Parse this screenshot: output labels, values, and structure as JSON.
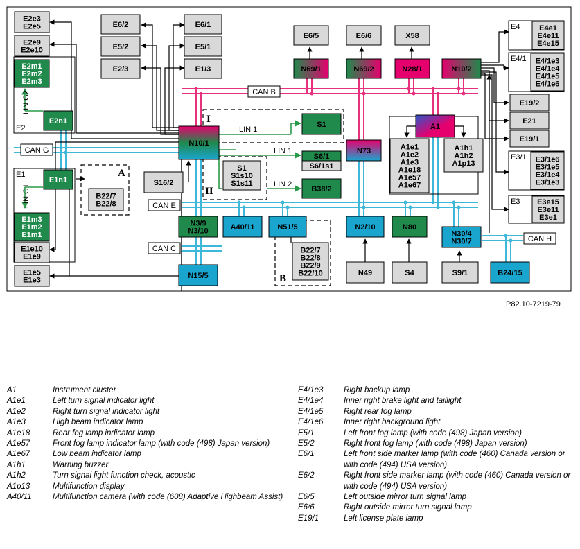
{
  "diagram": {
    "nodes": {
      "E2e3": "E2e3\nE2e5",
      "E2e9": "E2e9\nE2e10",
      "E2m1": "E2m1\nE2m2\nE2m3",
      "E2n1": "E2n1",
      "E1n1": "E1n1",
      "E1m3": "E1m3\nE1m2\nE1m1",
      "E1e10": "E1e10\nE1e9",
      "E1e5": "E1e5\nE1e3",
      "E6_2": "E6/2",
      "E5_2": "E5/2",
      "E2_3": "E2/3",
      "E6_1": "E6/1",
      "E5_1": "E5/1",
      "E1_3": "E1/3",
      "E6_5": "E6/5",
      "E6_6": "E6/6",
      "X58": "X58",
      "N69_1": "N69/1",
      "N69_2": "N69/2",
      "N28_1": "N28/1",
      "N10_2": "N10/2",
      "N10_1": "N10/1",
      "S1": "S1",
      "S6_1": "S6/1",
      "S6_1s1": "S6/1s1",
      "S1s": "S1\nS1s10\nS1s11",
      "B38_2": "B38/2",
      "S16_2": "S16/2",
      "N73": "N73",
      "A1": "A1",
      "A1e": "A1e1\nA1e2\nA1e3\nA1e18\nA1e57\nA1e67",
      "A1h": "A1h1\nA1h2\nA1p13",
      "B22_7A": "B22/7\nB22/8",
      "N3_9": "N3/9\nN3/10",
      "A40_11": "A40/11",
      "N51_5": "N51/5",
      "B22_7B": "B22/7\nB22/8\nB22/9\nB22/10",
      "N15_5": "N15/5",
      "N2_10": "N2/10",
      "N80": "N80",
      "N49": "N49",
      "S4": "S4",
      "S9_1": "S9/1",
      "N30_4": "N30/4\nN30/7",
      "B24_15": "B24/15",
      "E4_codes": "E4e1\nE4e11\nE4e15",
      "E4_1_codes": "E4/1e3\nE4/1e4\nE4/1e5\nE4/1e6",
      "E19_2": "E19/2",
      "E21": "E21",
      "E19_1": "E19/1",
      "E3_1_codes": "E3/1e6\nE3/1e5\nE3/1e4\nE3/1e3",
      "E3_codes": "E3e15\nE3e11\nE3e1"
    },
    "group_labels": {
      "E2": "E2",
      "E1": "E1",
      "E4": "E4",
      "E4_1": "E4/1",
      "E3_1": "E3/1",
      "E3": "E3",
      "A": "A",
      "B": "B",
      "I": "I",
      "II": "II"
    },
    "bus_labels": {
      "can_b": "CAN B",
      "can_g": "CAN G",
      "can_e": "CAN E",
      "can_c": "CAN C",
      "can_h": "CAN H",
      "lin1_s1": "LIN 1",
      "lin1_s6": "LIN 1",
      "lin2": "LIN 2",
      "lin_g2": "LIN G2",
      "lin_g1": "LIN G1"
    },
    "colors": {
      "gray_box": "#d9d9d9",
      "green": "#1f8a4c",
      "cyan": "#1aa5cf",
      "magenta": "#e6006e",
      "can_line": "#3fb7d8",
      "can_b_line": "#e8317c",
      "lin_line": "#2a9a4a"
    }
  },
  "reference": "P82.10-7219-79",
  "legend_left": [
    {
      "code": "A1",
      "desc": "Instrument cluster"
    },
    {
      "code": "A1e1",
      "desc": "Left turn signal indicator light"
    },
    {
      "code": "A1e2",
      "desc": "Right turn signal indicator light"
    },
    {
      "code": "A1e3",
      "desc": "High beam indicator lamp"
    },
    {
      "code": "A1e18",
      "desc": "Rear fog lamp indicator lamp"
    },
    {
      "code": "A1e57",
      "desc": "Front fog lamp indicator lamp (with code (498) Japan version)"
    },
    {
      "code": "A1e67",
      "desc": "Low beam indicator lamp"
    },
    {
      "code": "A1h1",
      "desc": "Warning buzzer"
    },
    {
      "code": "A1h2",
      "desc": "Turn signal light function check, acoustic"
    },
    {
      "code": "A1p13",
      "desc": "Multifunction display"
    },
    {
      "code": "A40/11",
      "desc": "Multifunction camera (with code (608) Adaptive Highbeam Assist)"
    }
  ],
  "legend_right": [
    {
      "code": "E4/1e3",
      "desc": "Right backup lamp"
    },
    {
      "code": "E4/1e4",
      "desc": "Inner right brake light and taillight"
    },
    {
      "code": "E4/1e5",
      "desc": "Right rear fog lamp"
    },
    {
      "code": "E4/1e6",
      "desc": "Inner right background light"
    },
    {
      "code": "E5/1",
      "desc": "Left front fog lamp (with code (498) Japan version)"
    },
    {
      "code": "E5/2",
      "desc": "Right front fog lamp (with code (498) Japan version)"
    },
    {
      "code": "E6/1",
      "desc": "Left front side marker lamp (with code (460) Canada version or with code (494) USA version)"
    },
    {
      "code": "E6/2",
      "desc": "Right front side marker lamp (with code (460) Canada version or with code (494) USA version)"
    },
    {
      "code": "E6/5",
      "desc": "Left outside mirror turn signal lamp"
    },
    {
      "code": "E6/6",
      "desc": "Right outside mirror turn signal lamp"
    },
    {
      "code": "E19/1",
      "desc": "Left license plate lamp"
    }
  ]
}
